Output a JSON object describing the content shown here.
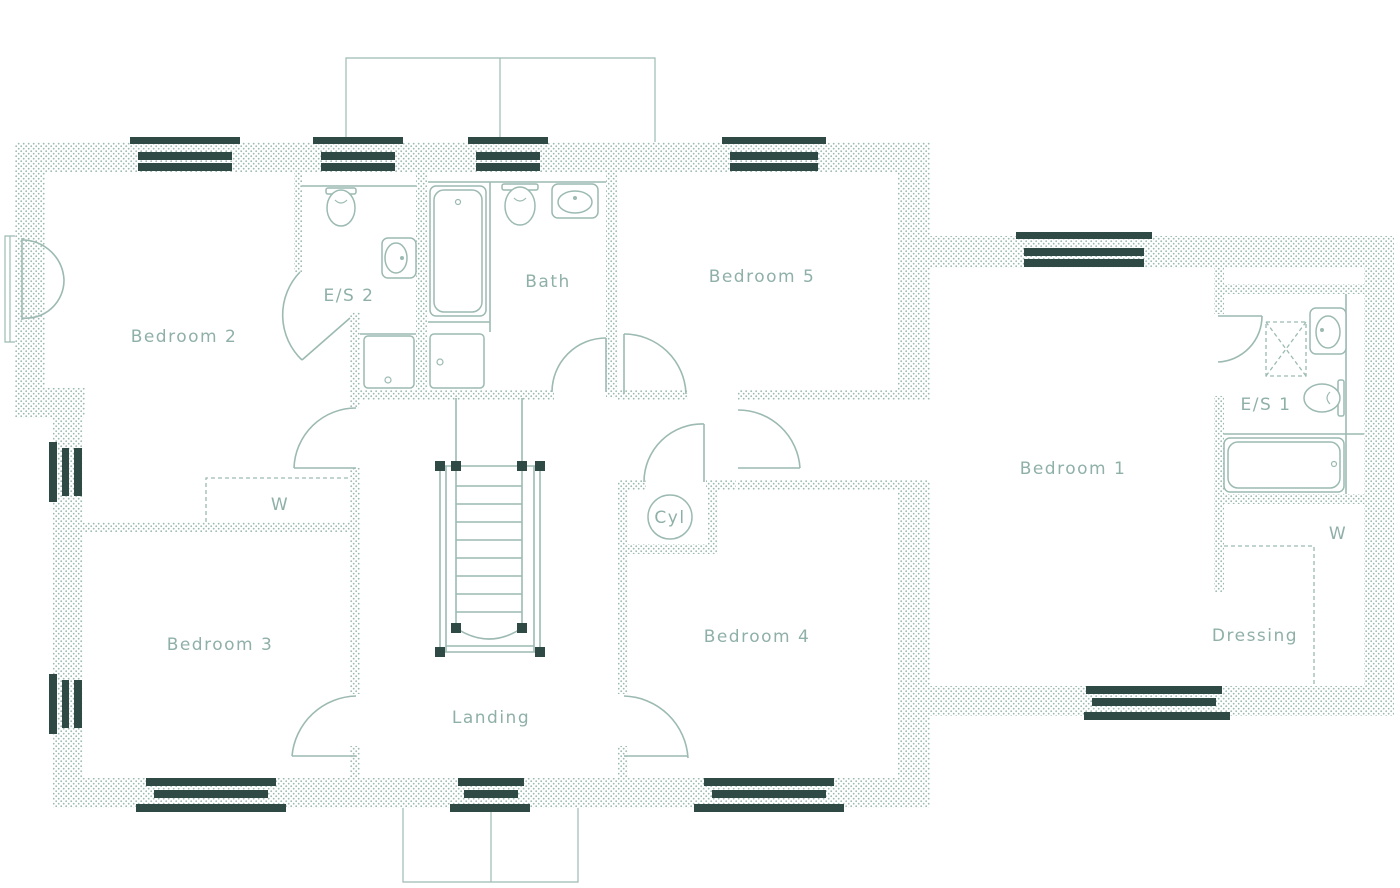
{
  "plan": {
    "colors": {
      "wall_hatch": "#9cbab2",
      "line": "#9cbab2",
      "window": "#2f4a45",
      "label": "#8fb0a8",
      "background": "#ffffff"
    },
    "rooms": {
      "bedroom_2": "Bedroom 2",
      "es_2": "E/S 2",
      "bath": "Bath",
      "bedroom_5": "Bedroom 5",
      "bedroom_1": "Bedroom 1",
      "es_1": "E/S 1",
      "wardrobe_left": "W",
      "wardrobe_right": "W",
      "bedroom_3": "Bedroom 3",
      "cylinder": "Cyl",
      "bedroom_4": "Bedroom 4",
      "dressing": "Dressing",
      "landing": "Landing"
    },
    "icons": [
      "toilet-icon",
      "basin-icon",
      "bath-icon",
      "shower-icon",
      "stair-icon",
      "door-icon",
      "window-icon"
    ]
  }
}
